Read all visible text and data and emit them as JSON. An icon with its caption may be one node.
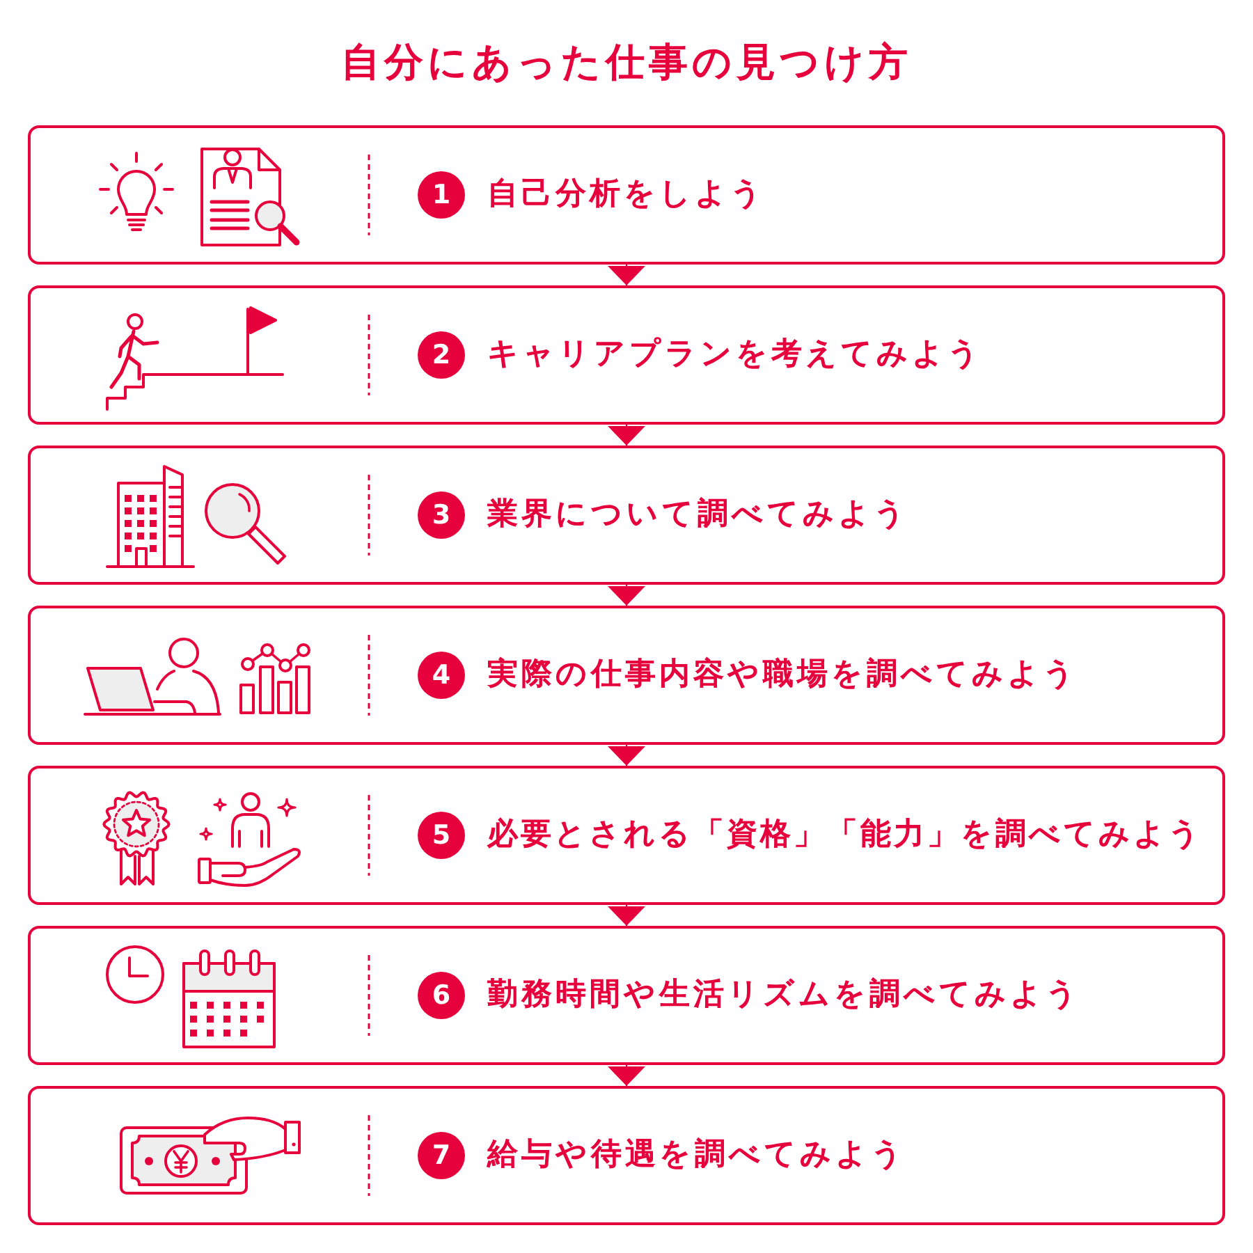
{
  "diagram": {
    "title": "自分にあった仕事の見つけ方",
    "nodes": [
      {
        "text": [
          "自己分析をしよう"
        ]
      },
      {
        "text": [
          "1"
        ],
        "in": 0
      },
      {
        "text": [
          "キャリアプランを考えてみよう"
        ]
      },
      {
        "text": [
          "2"
        ],
        "in": 2
      },
      {
        "text": [
          "業界について調べてみよう"
        ]
      },
      {
        "text": [
          "3"
        ],
        "in": 4
      },
      {
        "text": [
          "実際の仕事内容や職場を調べてみよう"
        ]
      },
      {
        "text": [
          "4"
        ],
        "in": 6
      },
      {
        "text": [
          "必要とされる「資格」「能力」を調べてみよう"
        ]
      },
      {
        "text": [
          "5"
        ],
        "in": 8
      },
      {
        "text": [
          "勤務時間や生活リズムを調べてみよう"
        ]
      },
      {
        "text": [
          "6"
        ],
        "in": 10
      },
      {
        "text": [
          "給与や待遇を調べてみよう"
        ]
      },
      {
        "text": [
          "7"
        ],
        "in": 12
      }
    ],
    "edges": [
      {
        "from": 0,
        "to": 2,
        "arrow": "to"
      },
      {
        "from": 2,
        "to": 4,
        "arrow": "to"
      },
      {
        "from": 4,
        "to": 6,
        "arrow": "to"
      },
      {
        "from": 6,
        "to": 8,
        "arrow": "to"
      },
      {
        "from": 8,
        "to": 10,
        "arrow": "to"
      },
      {
        "from": 10,
        "to": 12,
        "arrow": "to"
      }
    ]
  }
}
